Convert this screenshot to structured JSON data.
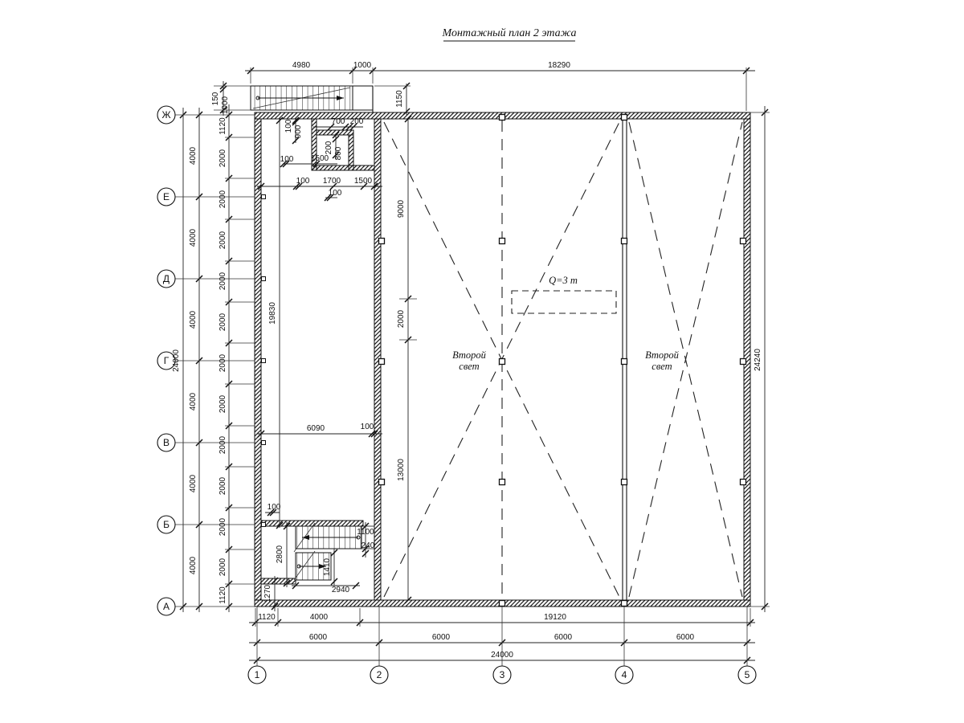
{
  "title": "Монтажный план 2 этажа",
  "axis": {
    "rows": [
      "Ж",
      "Е",
      "Д",
      "Г",
      "В",
      "Б",
      "А"
    ],
    "cols": [
      "1",
      "2",
      "3",
      "4",
      "5"
    ]
  },
  "dims": {
    "top": [
      "4980",
      "1000",
      "18290"
    ],
    "stair_top": [
      "150",
      "1000"
    ],
    "left_total": "24000",
    "left_bays": [
      "4000",
      "4000",
      "4000",
      "4000",
      "4000",
      "4000"
    ],
    "left_chain": [
      "1120",
      "2000",
      "2000",
      "2000",
      "2000",
      "2000",
      "2000",
      "2000",
      "2000",
      "2000",
      "2000",
      "2000",
      "1120"
    ],
    "right_total": "24240",
    "top_inner": "1150",
    "hall_vertical": [
      "9000",
      "2000",
      "13000"
    ],
    "left_room_height": "19830",
    "left_room_width": [
      "6090",
      "100"
    ],
    "top_room": [
      "100",
      "900",
      "700",
      "200",
      "200",
      "800",
      "100",
      "1500",
      "100",
      "1700",
      "1500",
      "100"
    ],
    "stair_area": [
      "100",
      "2800",
      "1100",
      "240",
      "1410",
      "2940",
      "1270"
    ],
    "bottom_chain": [
      "1120",
      "4000",
      "19120"
    ],
    "bottom_bays": [
      "6000",
      "6000",
      "6000",
      "6000"
    ],
    "bottom_total": "24000"
  },
  "labels": {
    "second_light_line1": "Второй",
    "second_light_line2": "свет",
    "crane_capacity": "Q=3 т"
  }
}
